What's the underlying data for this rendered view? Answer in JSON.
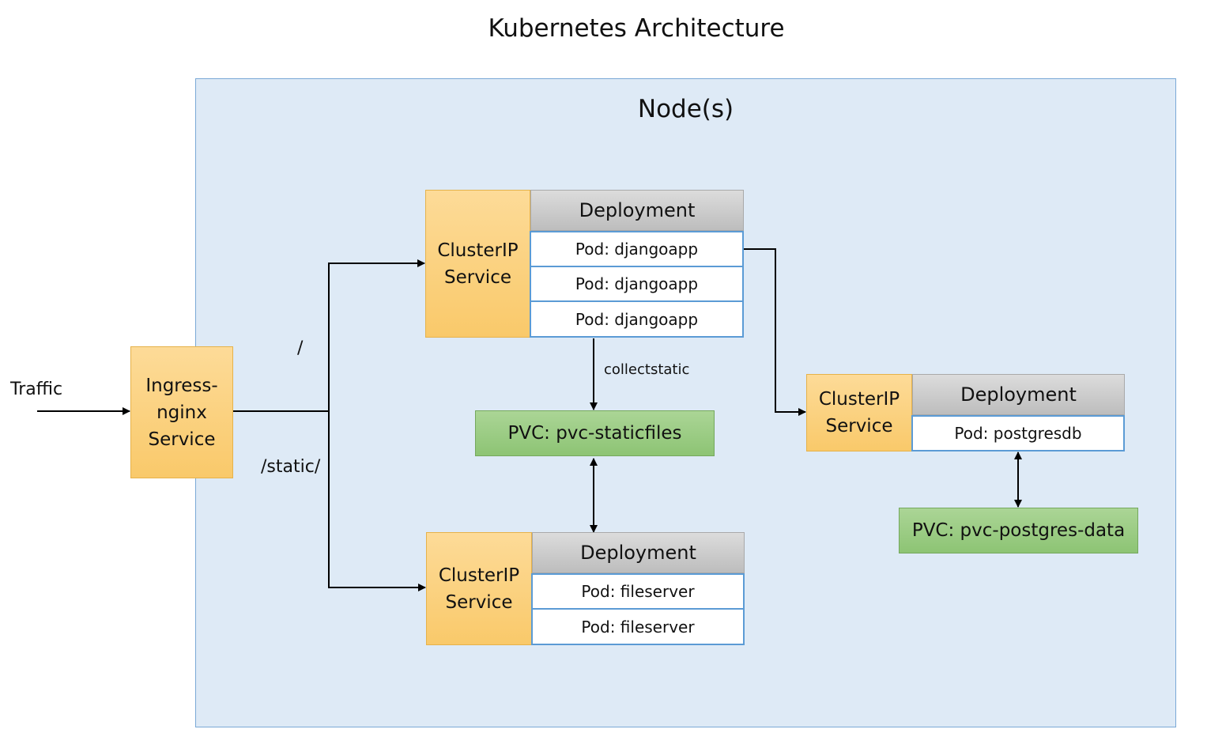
{
  "title": "Kubernetes Architecture",
  "node_label": "Node(s)",
  "traffic_label": "Traffic",
  "ingress": {
    "label": "Ingress-\nnginx\nService"
  },
  "routes": {
    "root": "/",
    "static": "/static/"
  },
  "django": {
    "service": "ClusterIP\nService",
    "deployment": "Deployment",
    "pods": [
      "Pod: djangoapp",
      "Pod: djangoapp",
      "Pod: djangoapp"
    ]
  },
  "collectstatic_label": "collectstatic",
  "pvc_static": "PVC: pvc-staticfiles",
  "fileserver": {
    "service": "ClusterIP\nService",
    "deployment": "Deployment",
    "pods": [
      "Pod: fileserver",
      "Pod: fileserver"
    ]
  },
  "postgres": {
    "service": "ClusterIP\nService",
    "deployment": "Deployment",
    "pods": [
      "Pod: postgresdb"
    ]
  },
  "pvc_postgres": "PVC: pvc-postgres-data",
  "colors": {
    "node_fill": "#deeaf6",
    "service_fill": "#fbd27f",
    "deployment_fill": "#c9c9c9",
    "pod_border": "#5b9bd5",
    "pvc_fill": "#9ccb85"
  }
}
